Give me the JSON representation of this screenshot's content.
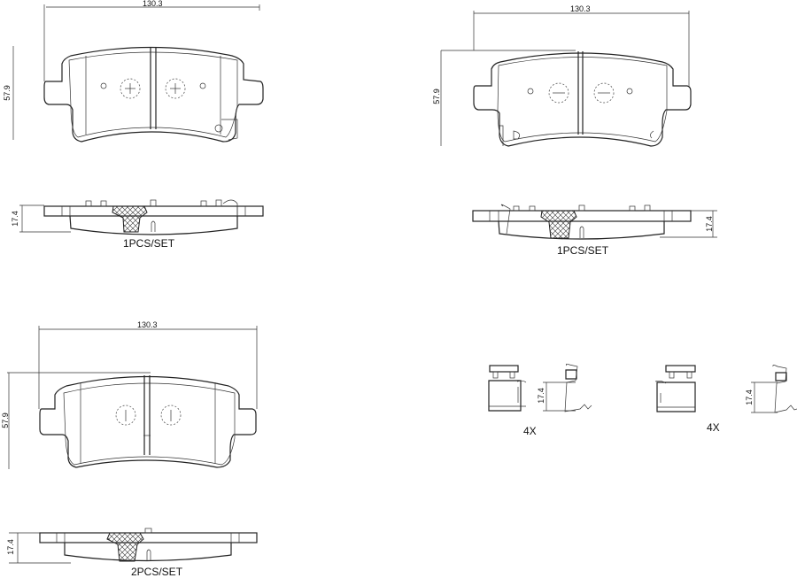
{
  "drawing": {
    "views": [
      {
        "id": "pad-1-front",
        "width_dim": "130.3",
        "height_dim": "57.9"
      },
      {
        "id": "pad-1-side",
        "thickness_dim": "17.4",
        "quantity": "1PCS/SET"
      },
      {
        "id": "pad-2-front",
        "width_dim": "130.3",
        "height_dim": "57.9"
      },
      {
        "id": "pad-2-side",
        "thickness_dim": "17.4",
        "quantity": "1PCS/SET"
      },
      {
        "id": "pad-3-front",
        "width_dim": "130.3",
        "height_dim": "57.9"
      },
      {
        "id": "pad-3-side",
        "thickness_dim": "17.4",
        "quantity": "2PCS/SET"
      },
      {
        "id": "clip-1",
        "thickness_dim": "17.4",
        "quantity": "4X"
      },
      {
        "id": "clip-2",
        "thickness_dim": "17.4",
        "quantity": "4X"
      }
    ]
  }
}
